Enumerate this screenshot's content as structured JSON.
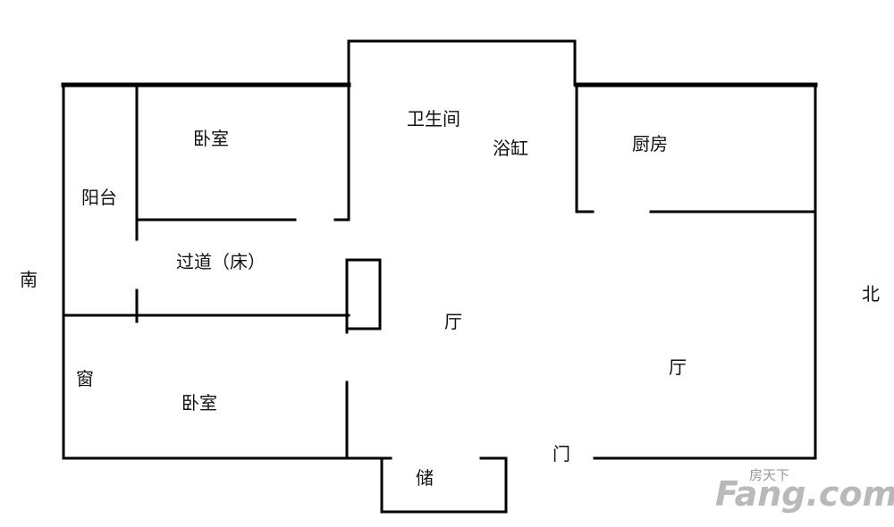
{
  "plan": {
    "direction_south": "南",
    "direction_north": "北",
    "rooms": {
      "bedroom_top": "卧室",
      "bedroom_bottom": "卧室",
      "balcony": "阳台",
      "corridor": "过道（床）",
      "window": "窗",
      "bathroom": "卫生间",
      "bathtub": "浴缸",
      "kitchen": "厨房",
      "hall_center": "厅",
      "hall_right": "厅",
      "storage": "储",
      "door": "门"
    }
  },
  "watermark": {
    "logo_text": "Fang.com",
    "logo_chinese": "房天下"
  }
}
